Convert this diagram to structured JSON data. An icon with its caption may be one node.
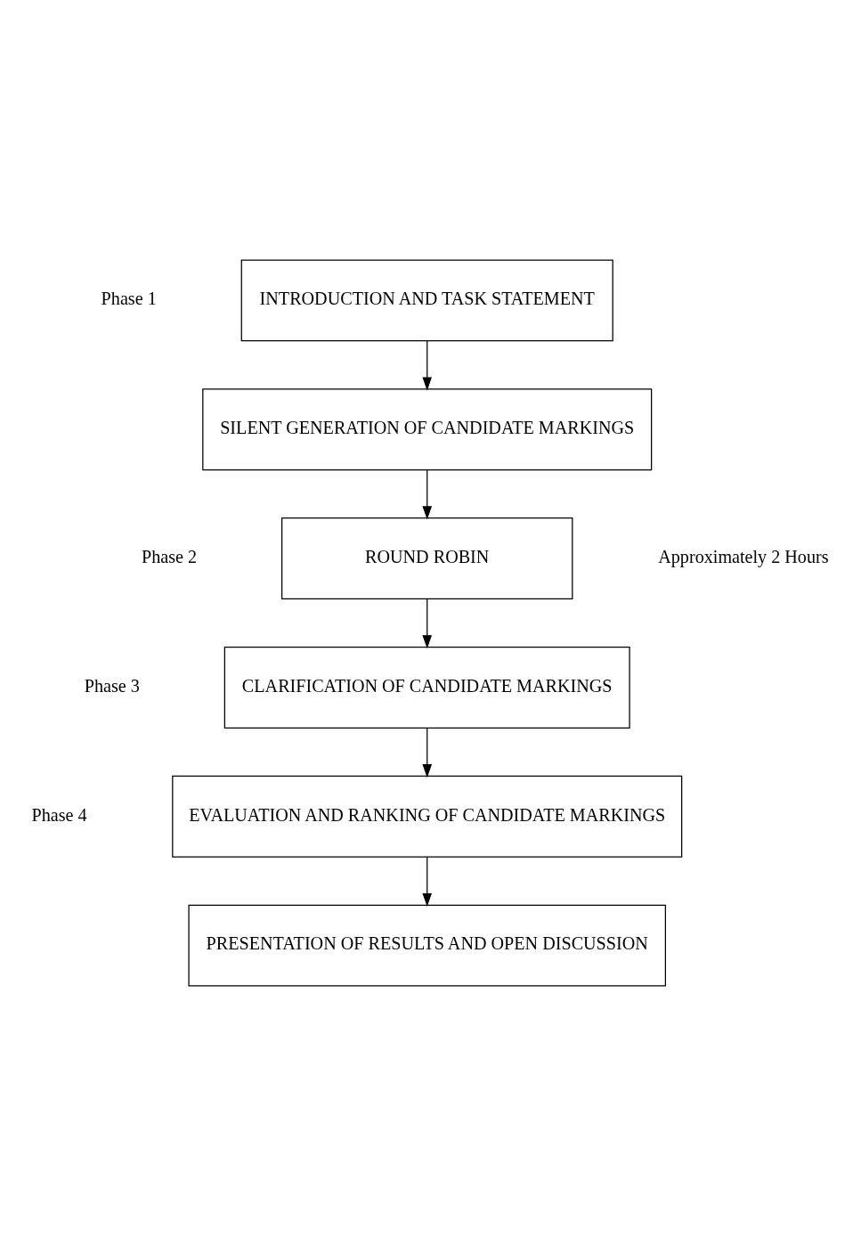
{
  "diagram": {
    "nodes": [
      {
        "text": [
          "INTRODUCTION AND TASK STATEMENT"
        ]
      },
      {
        "text": [
          "SILENT GENERATION OF CANDIDATE MARKINGS"
        ]
      },
      {
        "text": [
          "ROUND ROBIN"
        ]
      },
      {
        "text": [
          "CLARIFICATION OF CANDIDATE MARKINGS"
        ]
      },
      {
        "text": [
          "EVALUATION AND RANKING OF CANDIDATE MARKINGS"
        ]
      },
      {
        "text": [
          "PRESENTATION OF RESULTS AND OPEN DISCUSSION"
        ]
      }
    ],
    "edges": [
      {
        "from": 0,
        "to": 1,
        "arrow": "to"
      },
      {
        "from": 1,
        "to": 2,
        "arrow": "to"
      },
      {
        "from": 2,
        "to": 3,
        "arrow": "to"
      },
      {
        "from": 3,
        "to": 4,
        "arrow": "to"
      },
      {
        "from": 4,
        "to": 5,
        "arrow": "to"
      }
    ],
    "labels": [
      "Phase 1",
      "Phase 2",
      "Approximately 2 Hours",
      "Phase 3",
      "Phase 4"
    ]
  }
}
